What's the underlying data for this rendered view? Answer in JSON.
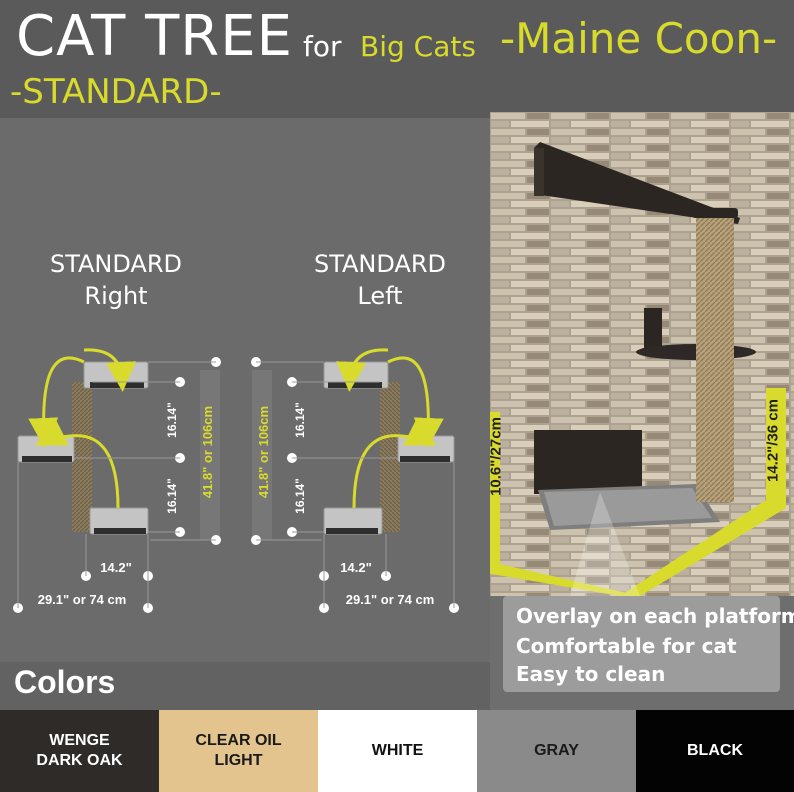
{
  "header": {
    "title": "CAT TREE",
    "for": "for",
    "big_cats": "Big Cats",
    "breed": "-Maine Coon-",
    "model": "-STANDARD-"
  },
  "diagram": {
    "right": {
      "line1": "STANDARD",
      "line2": "Right"
    },
    "left": {
      "line1": "STANDARD",
      "line2": "Left"
    },
    "dims": {
      "step": "16.14\"",
      "height": "41.8\" or 106cm",
      "depth": "14.2\"",
      "width": "29.1\" or 74 cm"
    }
  },
  "photo": {
    "dim_low": "10.6\"/27cm",
    "dim_high": "14.2\"/36 cm"
  },
  "overlay": {
    "line1": "Overlay on each platform",
    "line2": "Comfortable for cat",
    "line3": "Easy to clean"
  },
  "colors": {
    "title": "Colors",
    "items": [
      {
        "label": "WENGE\nDARK OAK",
        "hex": "#2e2b29",
        "text": "#ffffff"
      },
      {
        "label": "CLEAR OIL\nLIGHT",
        "hex": "#e3c48e",
        "text": "#1a1a1a"
      },
      {
        "label": "WHITE",
        "hex": "#ffffff",
        "text": "#111111"
      },
      {
        "label": "GRAY",
        "hex": "#8a8a8a",
        "text": "#1a1a1a"
      },
      {
        "label": "BLACK",
        "hex": "#030303",
        "text": "#ffffff"
      }
    ]
  },
  "accent": "#d8da2c"
}
